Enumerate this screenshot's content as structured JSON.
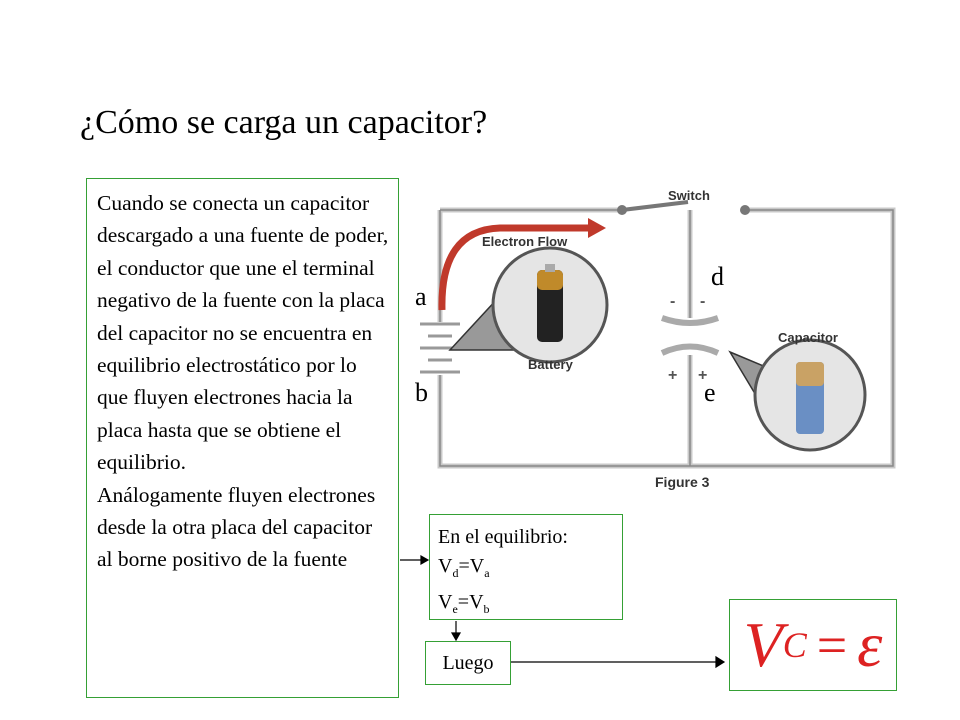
{
  "title": "¿Cómo se carga un capacitor?",
  "explanation": {
    "paragraph1": "Cuando se conecta un capacitor descargado a una fuente de poder, el conductor que une el terminal negativo de la fuente con la placa del capacitor no se encuentra en equilibrio electrostático por lo que fluyen electrones hacia la placa hasta que se obtiene el equilibrio.",
    "paragraph2": "Análogamente fluyen electrones desde la otra placa del capacitor al borne positivo de la fuente"
  },
  "figure": {
    "switch_label": "Switch",
    "electron_flow_label": "Electron Flow",
    "battery_label": "Battery",
    "capacitor_label": "Capacitor",
    "caption": "Figure 3",
    "point_labels": {
      "a": "a",
      "b": "b",
      "d": "d",
      "e": "e"
    },
    "minus_sign": "-",
    "plus_sign": "+"
  },
  "equilibrium": {
    "heading": "En el equilibrio:",
    "eq1": {
      "lhs": "V",
      "lhs_sub": "d",
      "op": "=",
      "rhs": "V",
      "rhs_sub": "a"
    },
    "eq2": {
      "lhs": "V",
      "lhs_sub": "e",
      "op": "=",
      "rhs": "V",
      "rhs_sub": "b"
    }
  },
  "luego": "Luego",
  "formula": {
    "v": "V",
    "sub": "C",
    "eq": "=",
    "eps": "ε",
    "color": "#d22222"
  },
  "colors": {
    "box_border": "#35a035",
    "wire": "#c8c8c8",
    "flow_arrow": "#c0392b"
  }
}
